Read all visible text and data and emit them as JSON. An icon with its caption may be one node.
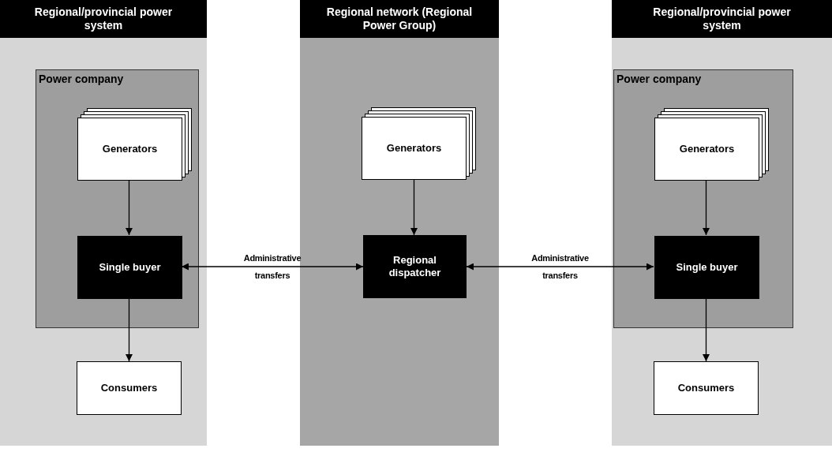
{
  "diagram": {
    "nodes": [
      {
        "text": [
          "Regional/provincial power system"
        ]
      },
      {
        "text": [
          "Power company"
        ],
        "in": 0
      },
      {
        "text": [
          "Generators"
        ],
        "in": 1
      },
      {
        "text": [
          "Single buyer"
        ],
        "in": 1
      },
      {
        "text": [
          "Consumers"
        ],
        "in": 0
      },
      {
        "text": [
          "Regional network (Regional Power Group)"
        ]
      },
      {
        "text": [
          "Generators"
        ],
        "in": 5
      },
      {
        "text": [
          "Regional dispatcher"
        ],
        "in": 5
      },
      {
        "text": [
          "Regional/provincial power system"
        ]
      },
      {
        "text": [
          "Power company"
        ],
        "in": 8
      },
      {
        "text": [
          "Generators"
        ],
        "in": 9
      },
      {
        "text": [
          "Single buyer"
        ],
        "in": 9
      },
      {
        "text": [
          "Consumers"
        ],
        "in": 8
      }
    ],
    "edges": [
      {
        "from": 2,
        "to": 3,
        "arrow": "to"
      },
      {
        "from": 3,
        "to": 4,
        "arrow": "to"
      },
      {
        "from": 3,
        "to": 7,
        "arrow": "both",
        "label": "Administrative transfers"
      },
      {
        "from": 6,
        "to": 7,
        "arrow": "to"
      },
      {
        "from": 7,
        "to": 11,
        "arrow": "both",
        "label": "Administrative transfers"
      },
      {
        "from": 10,
        "to": 11,
        "arrow": "to"
      },
      {
        "from": 11,
        "to": 12,
        "arrow": "to"
      }
    ]
  }
}
